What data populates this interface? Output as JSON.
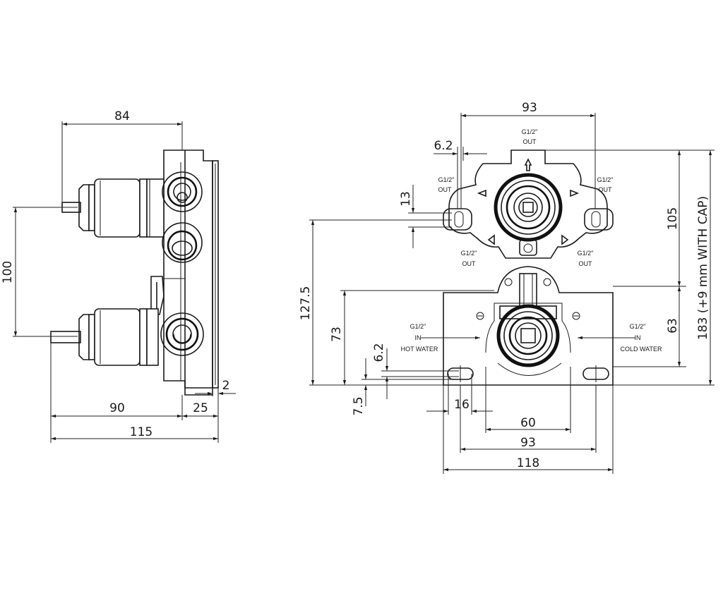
{
  "side_view": {
    "dims": {
      "top_width": "84",
      "left_height": "100",
      "bottom_90": "90",
      "bottom_25": "25",
      "bottom_115": "115",
      "thickness_2": "2"
    }
  },
  "front_view": {
    "dims": {
      "top_93": "93",
      "d_6_2_top": "6.2",
      "d_13": "13",
      "d_105": "105",
      "d_183": "183 (+9 mm WITH CAP)",
      "d_127_5": "127.5",
      "d_73": "73",
      "d_63": "63",
      "d_6_2_bottom": "6.2",
      "d_7_5": "7.5",
      "d_16": "16",
      "d_60": "60",
      "d_93_bottom": "93",
      "d_118": "118"
    },
    "ports": {
      "top_size": "G1/2\"",
      "top_dir": "OUT",
      "ul_size": "G1/2\"",
      "ul_dir": "OUT",
      "ur_size": "G1/2\"",
      "ur_dir": "OUT",
      "ll_size": "G1/2\"",
      "ll_dir": "OUT",
      "lr_size": "G1/2\"",
      "lr_dir": "OUT",
      "hot_size": "G1/2\"",
      "hot_in": "IN",
      "hot_label": "HOT WATER",
      "cold_size": "G1/2\"",
      "cold_in": "IN",
      "cold_label": "COLD WATER"
    }
  }
}
